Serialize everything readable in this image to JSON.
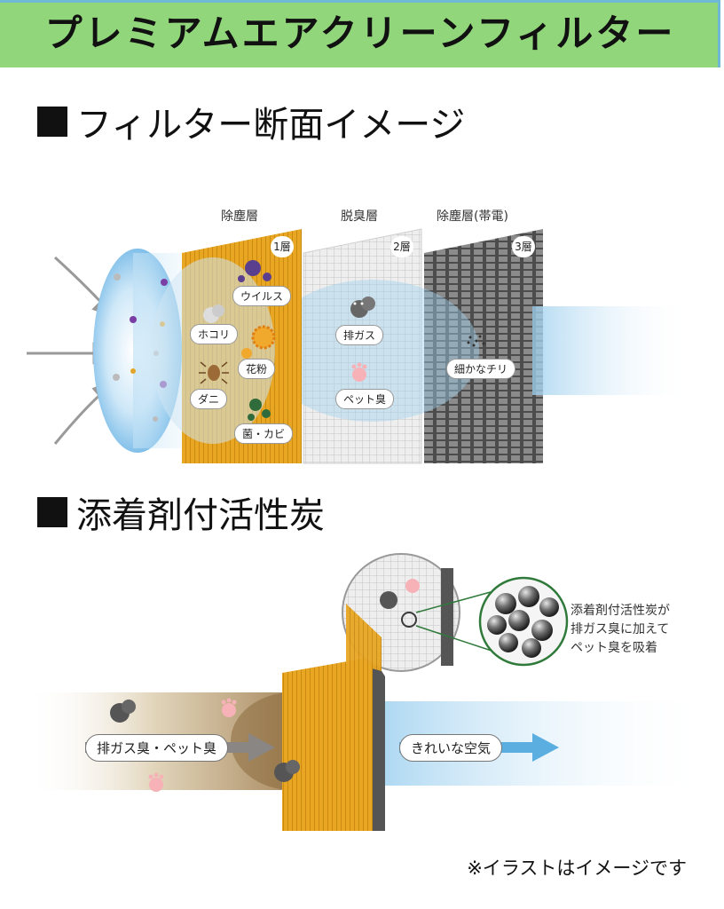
{
  "title": "プレミアムエアクリーンフィルター",
  "section1": {
    "heading": "フィルター断面イメージ"
  },
  "layers": [
    {
      "name": "除塵層",
      "badge": "1層",
      "tags": [
        "ウイルス",
        "ホコリ",
        "花粉",
        "ダニ",
        "菌・カビ"
      ]
    },
    {
      "name": "脱臭層",
      "badge": "2層",
      "tags": [
        "排ガス",
        "ペット臭"
      ]
    },
    {
      "name": "除塵層(帯電)",
      "badge": "3層",
      "tags": [
        "細かなチリ"
      ]
    }
  ],
  "section2": {
    "heading": "添着剤付活性炭",
    "caption_lines": [
      "添着剤付活性炭が",
      "排ガス臭に加えて",
      "ペット臭を吸着"
    ],
    "in_label": "排ガス臭・ペット臭",
    "out_label": "きれいな空気"
  },
  "note": "※イラストはイメージです",
  "colors": {
    "banner": "#92d67c",
    "filter1": "#e8a623",
    "air_blue": "#9fd0ee",
    "arrow_blue": "#5aaee0"
  }
}
